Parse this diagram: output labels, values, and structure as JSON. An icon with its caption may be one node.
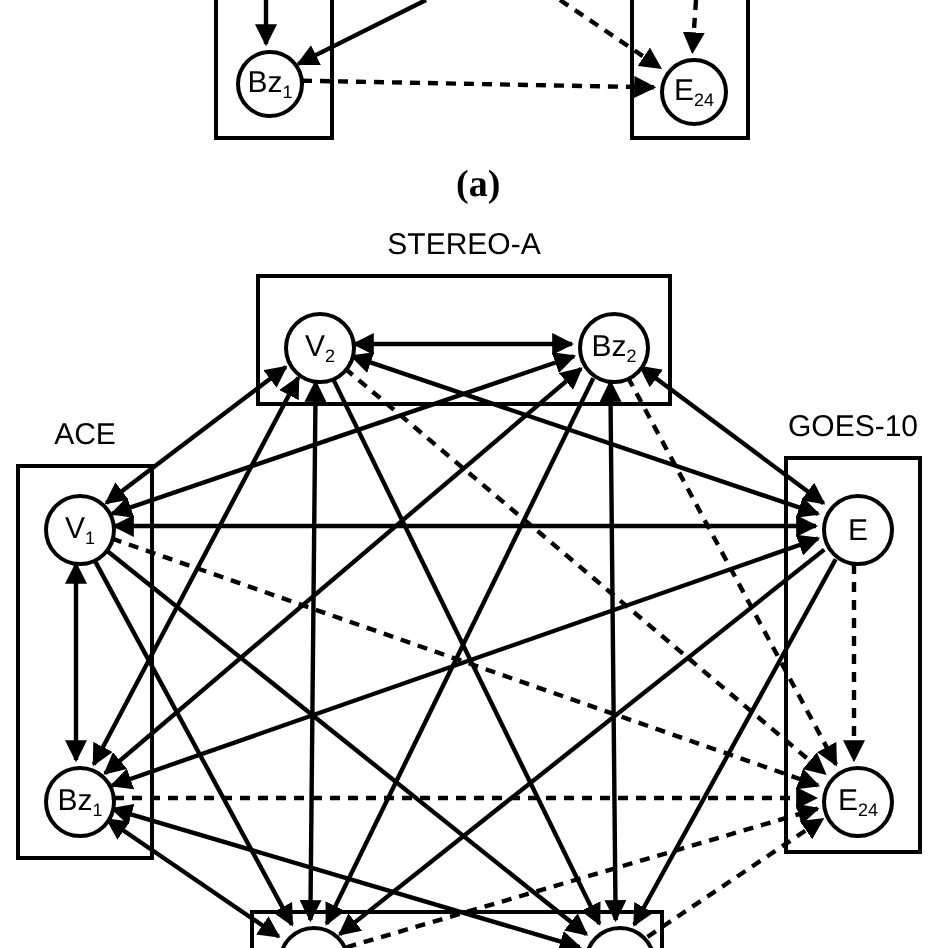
{
  "diagram": {
    "nodes": [
      {
        "text": [],
        "shape": "box"
      },
      {
        "text": [
          "Bz$_{1}$"
        ],
        "in": 0
      },
      {
        "text": [],
        "shape": "box"
      },
      {
        "text": [
          "E$_{24}$"
        ],
        "in": 2
      },
      {
        "text": [
          "STEREO-A"
        ]
      },
      {
        "text": [
          "V$_{2}$"
        ],
        "in": 4
      },
      {
        "text": [
          "Bz$_{2}$"
        ],
        "in": 4
      },
      {
        "text": [
          "ACE"
        ]
      },
      {
        "text": [
          "V$_{1}$"
        ],
        "in": 7
      },
      {
        "text": [
          "Bz$_{1}$"
        ],
        "in": 7
      },
      {
        "text": [
          "GOES-10"
        ]
      },
      {
        "text": [
          "E"
        ],
        "in": 10
      },
      {
        "text": [
          "E$_{24}$"
        ],
        "in": 10
      },
      {
        "text": [],
        "shape": "box"
      },
      {
        "text": [],
        "shape": "circle",
        "in": 13
      },
      {
        "text": [],
        "shape": "circle",
        "in": 13
      }
    ],
    "edges": [
      {
        "from": null,
        "to": 1,
        "arrow": "to"
      },
      {
        "from": null,
        "to": 1,
        "arrow": "to"
      },
      {
        "from": null,
        "to": 3,
        "arrow": "to",
        "style": "dashed"
      },
      {
        "from": null,
        "to": 3,
        "arrow": "to",
        "style": "dashed"
      },
      {
        "from": 1,
        "to": 3,
        "arrow": "to",
        "style": "dashed"
      },
      {
        "from": 5,
        "to": 6,
        "arrow": "both"
      },
      {
        "from": 8,
        "to": 9,
        "arrow": "both"
      },
      {
        "from": 8,
        "to": 5,
        "arrow": "both"
      },
      {
        "from": 6,
        "to": 8,
        "arrow": "both"
      },
      {
        "from": 8,
        "to": 11,
        "arrow": "both"
      },
      {
        "from": 8,
        "to": 12,
        "arrow": "to",
        "style": "dashed"
      },
      {
        "from": 5,
        "to": 11,
        "arrow": "both"
      },
      {
        "from": 6,
        "to": 11,
        "arrow": "both"
      },
      {
        "from": 6,
        "to": 12,
        "arrow": "to",
        "style": "dashed"
      },
      {
        "from": 5,
        "to": 12,
        "arrow": "to",
        "style": "dashed"
      },
      {
        "from": 11,
        "to": 12,
        "arrow": "to",
        "style": "dashed"
      },
      {
        "from": 9,
        "to": 12,
        "arrow": "to",
        "style": "dashed"
      },
      {
        "from": 9,
        "to": 5,
        "arrow": "both"
      },
      {
        "from": 9,
        "to": 6,
        "arrow": "both"
      },
      {
        "from": 11,
        "to": 9,
        "arrow": "both"
      },
      {
        "from": 8,
        "to": 14,
        "arrow": "to"
      },
      {
        "from": 8,
        "to": 15,
        "arrow": "to"
      },
      {
        "from": 9,
        "to": 14,
        "arrow": "both"
      },
      {
        "from": 9,
        "to": 15,
        "arrow": "both"
      },
      {
        "from": 5,
        "to": 14,
        "arrow": "both"
      },
      {
        "from": 6,
        "to": 15,
        "arrow": "both"
      },
      {
        "from": 5,
        "to": 15,
        "arrow": "to"
      },
      {
        "from": 6,
        "to": 14,
        "arrow": "to"
      },
      {
        "from": 11,
        "to": 14,
        "arrow": "to"
      },
      {
        "from": 11,
        "to": 15,
        "arrow": "to"
      },
      {
        "from": 14,
        "to": 12,
        "arrow": "to",
        "style": "dashed"
      },
      {
        "from": 15,
        "to": 12,
        "arrow": "to",
        "style": "dashed"
      }
    ],
    "labels": [
      "(a)"
    ]
  }
}
